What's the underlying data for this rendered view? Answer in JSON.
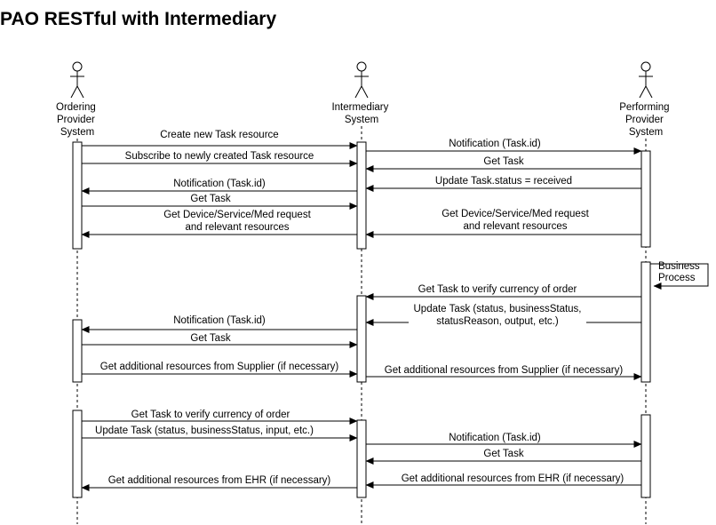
{
  "title": "PAO RESTful with Intermediary",
  "actors": [
    {
      "id": "ordering",
      "lines": [
        "Ordering",
        "Provider",
        "System"
      ]
    },
    {
      "id": "intermediary",
      "lines": [
        "Intermediary",
        "System"
      ]
    },
    {
      "id": "performing",
      "lines": [
        "Performing",
        "Provider",
        "System"
      ]
    }
  ],
  "self_message": {
    "lines": [
      "Business",
      "Process"
    ]
  },
  "messages": [
    {
      "from": "ordering",
      "to": "intermediary",
      "lines": [
        "Create new Task resource"
      ]
    },
    {
      "from": "ordering",
      "to": "intermediary",
      "lines": [
        "Subscribe to newly created Task resource"
      ]
    },
    {
      "from": "intermediary",
      "to": "ordering",
      "lines": [
        "Notification (Task.id)"
      ]
    },
    {
      "from": "ordering",
      "to": "intermediary",
      "lines": [
        "Get Task"
      ]
    },
    {
      "from": "intermediary",
      "to": "ordering",
      "lines": [
        "Get Device/Service/Med request",
        "and relevant resources"
      ]
    },
    {
      "from": "intermediary",
      "to": "performing",
      "lines": [
        "Notification (Task.id)"
      ]
    },
    {
      "from": "performing",
      "to": "intermediary",
      "lines": [
        "Get Task"
      ]
    },
    {
      "from": "performing",
      "to": "intermediary",
      "lines": [
        "Update Task.status = received"
      ]
    },
    {
      "from": "performing",
      "to": "intermediary",
      "lines": [
        "Get Device/Service/Med request",
        "and relevant resources"
      ]
    },
    {
      "from": "performing",
      "to": "intermediary",
      "lines": [
        "Get Task to verify currency of order"
      ]
    },
    {
      "from": "performing",
      "to": "intermediary",
      "lines": [
        "Update Task (status, businessStatus,",
        "statusReason, output, etc.)"
      ]
    },
    {
      "from": "intermediary",
      "to": "ordering",
      "lines": [
        "Notification (Task.id)"
      ]
    },
    {
      "from": "ordering",
      "to": "intermediary",
      "lines": [
        "Get Task"
      ]
    },
    {
      "from": "ordering",
      "to": "intermediary",
      "lines": [
        "Get additional resources from Supplier (if necessary)"
      ]
    },
    {
      "from": "intermediary",
      "to": "performing",
      "lines": [
        "Get additional resources from Supplier (if necessary)"
      ]
    },
    {
      "from": "ordering",
      "to": "intermediary",
      "lines": [
        "Get Task to verify currency of order"
      ]
    },
    {
      "from": "ordering",
      "to": "intermediary",
      "lines": [
        "Update Task (status, businessStatus, input, etc.)"
      ]
    },
    {
      "from": "intermediary",
      "to": "performing",
      "lines": [
        "Notification (Task.id)"
      ]
    },
    {
      "from": "performing",
      "to": "intermediary",
      "lines": [
        "Get Task"
      ]
    },
    {
      "from": "intermediary",
      "to": "ordering",
      "lines": [
        "Get additional resources from EHR (if necessary)"
      ]
    },
    {
      "from": "performing",
      "to": "intermediary",
      "lines": [
        "Get additional resources from EHR (if necessary)"
      ]
    }
  ]
}
